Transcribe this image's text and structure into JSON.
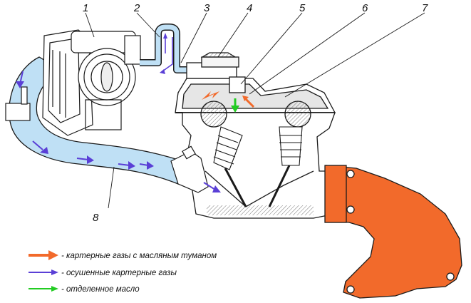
{
  "callouts": [
    "1",
    "2",
    "3",
    "4",
    "5",
    "6",
    "7",
    "8"
  ],
  "legend": [
    {
      "text": "- картерные газы с масляным туманом",
      "color": "#f26a2b",
      "kind": "orange-arrow"
    },
    {
      "text": "- осушенные картерные газы",
      "color": "#5a3fd6",
      "kind": "purple-arrow"
    },
    {
      "text": "- отделенное масло",
      "color": "#22cc22",
      "kind": "green-arrow"
    }
  ],
  "colors": {
    "hose": "#bfe0f5",
    "manifold": "#f26a2b",
    "dry_gas_arrow": "#5a3fd6",
    "oil_mist_arrow": "#f26a2b",
    "oil_arrow": "#22cc22",
    "outline": "#1a1a1a",
    "metal": "#ffffff"
  }
}
